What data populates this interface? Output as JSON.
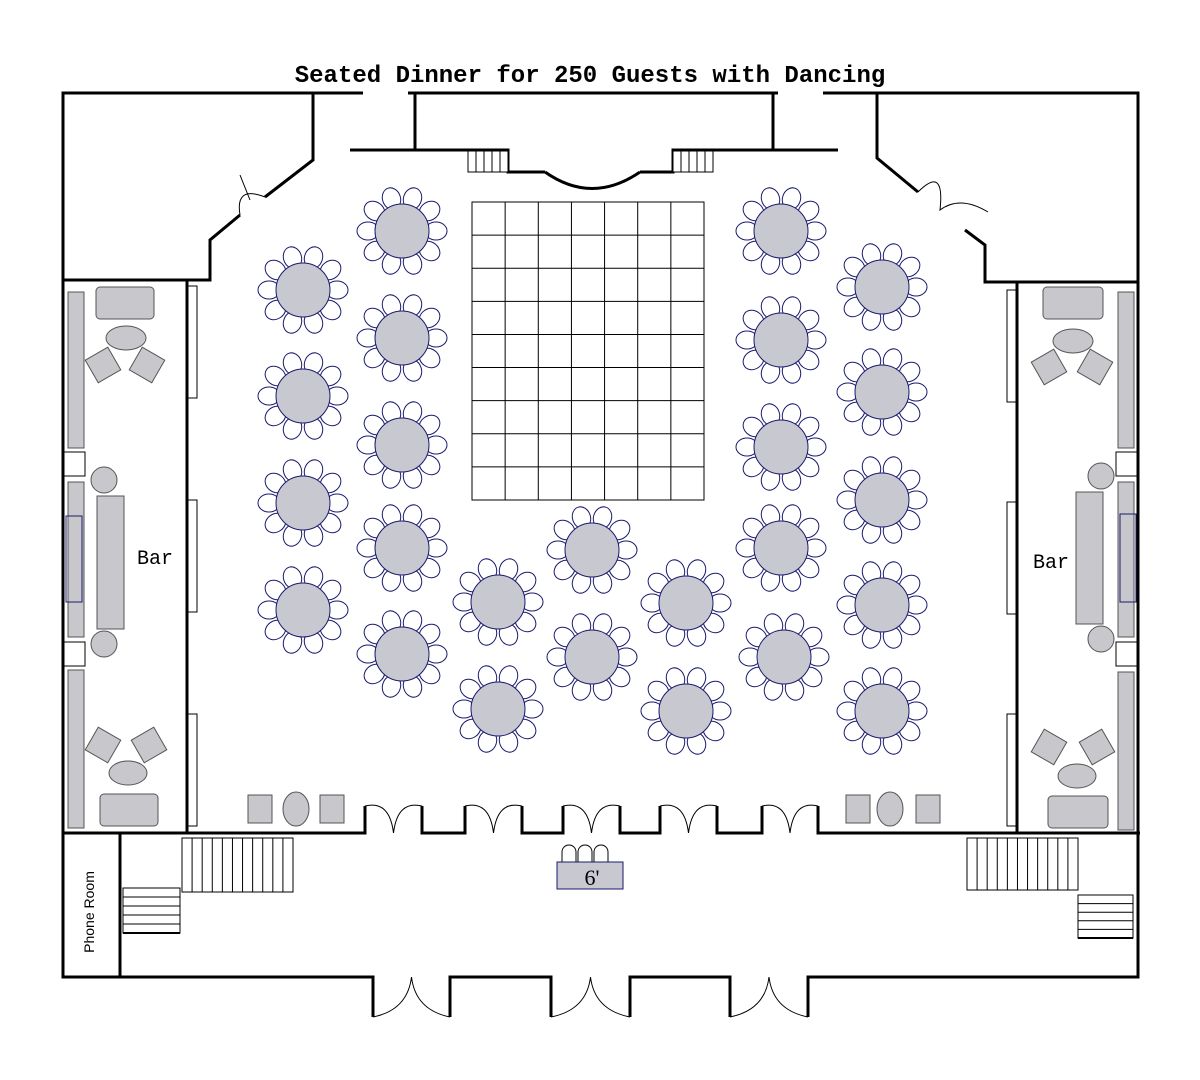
{
  "title": "Seated Dinner for 250 Guests with Dancing",
  "labels": {
    "bar_left": "Bar",
    "bar_right": "Bar",
    "phone_room": "Phone Room",
    "registration_table": "6'"
  },
  "tables": {
    "count": 25,
    "chairs_per_table": 10
  },
  "dance_floor": {
    "columns": 7,
    "rows": 9
  },
  "colors": {
    "table_fill": "#c8c8d0",
    "chair_stroke": "#1a1a6e",
    "furniture": "#c8c8cc"
  }
}
